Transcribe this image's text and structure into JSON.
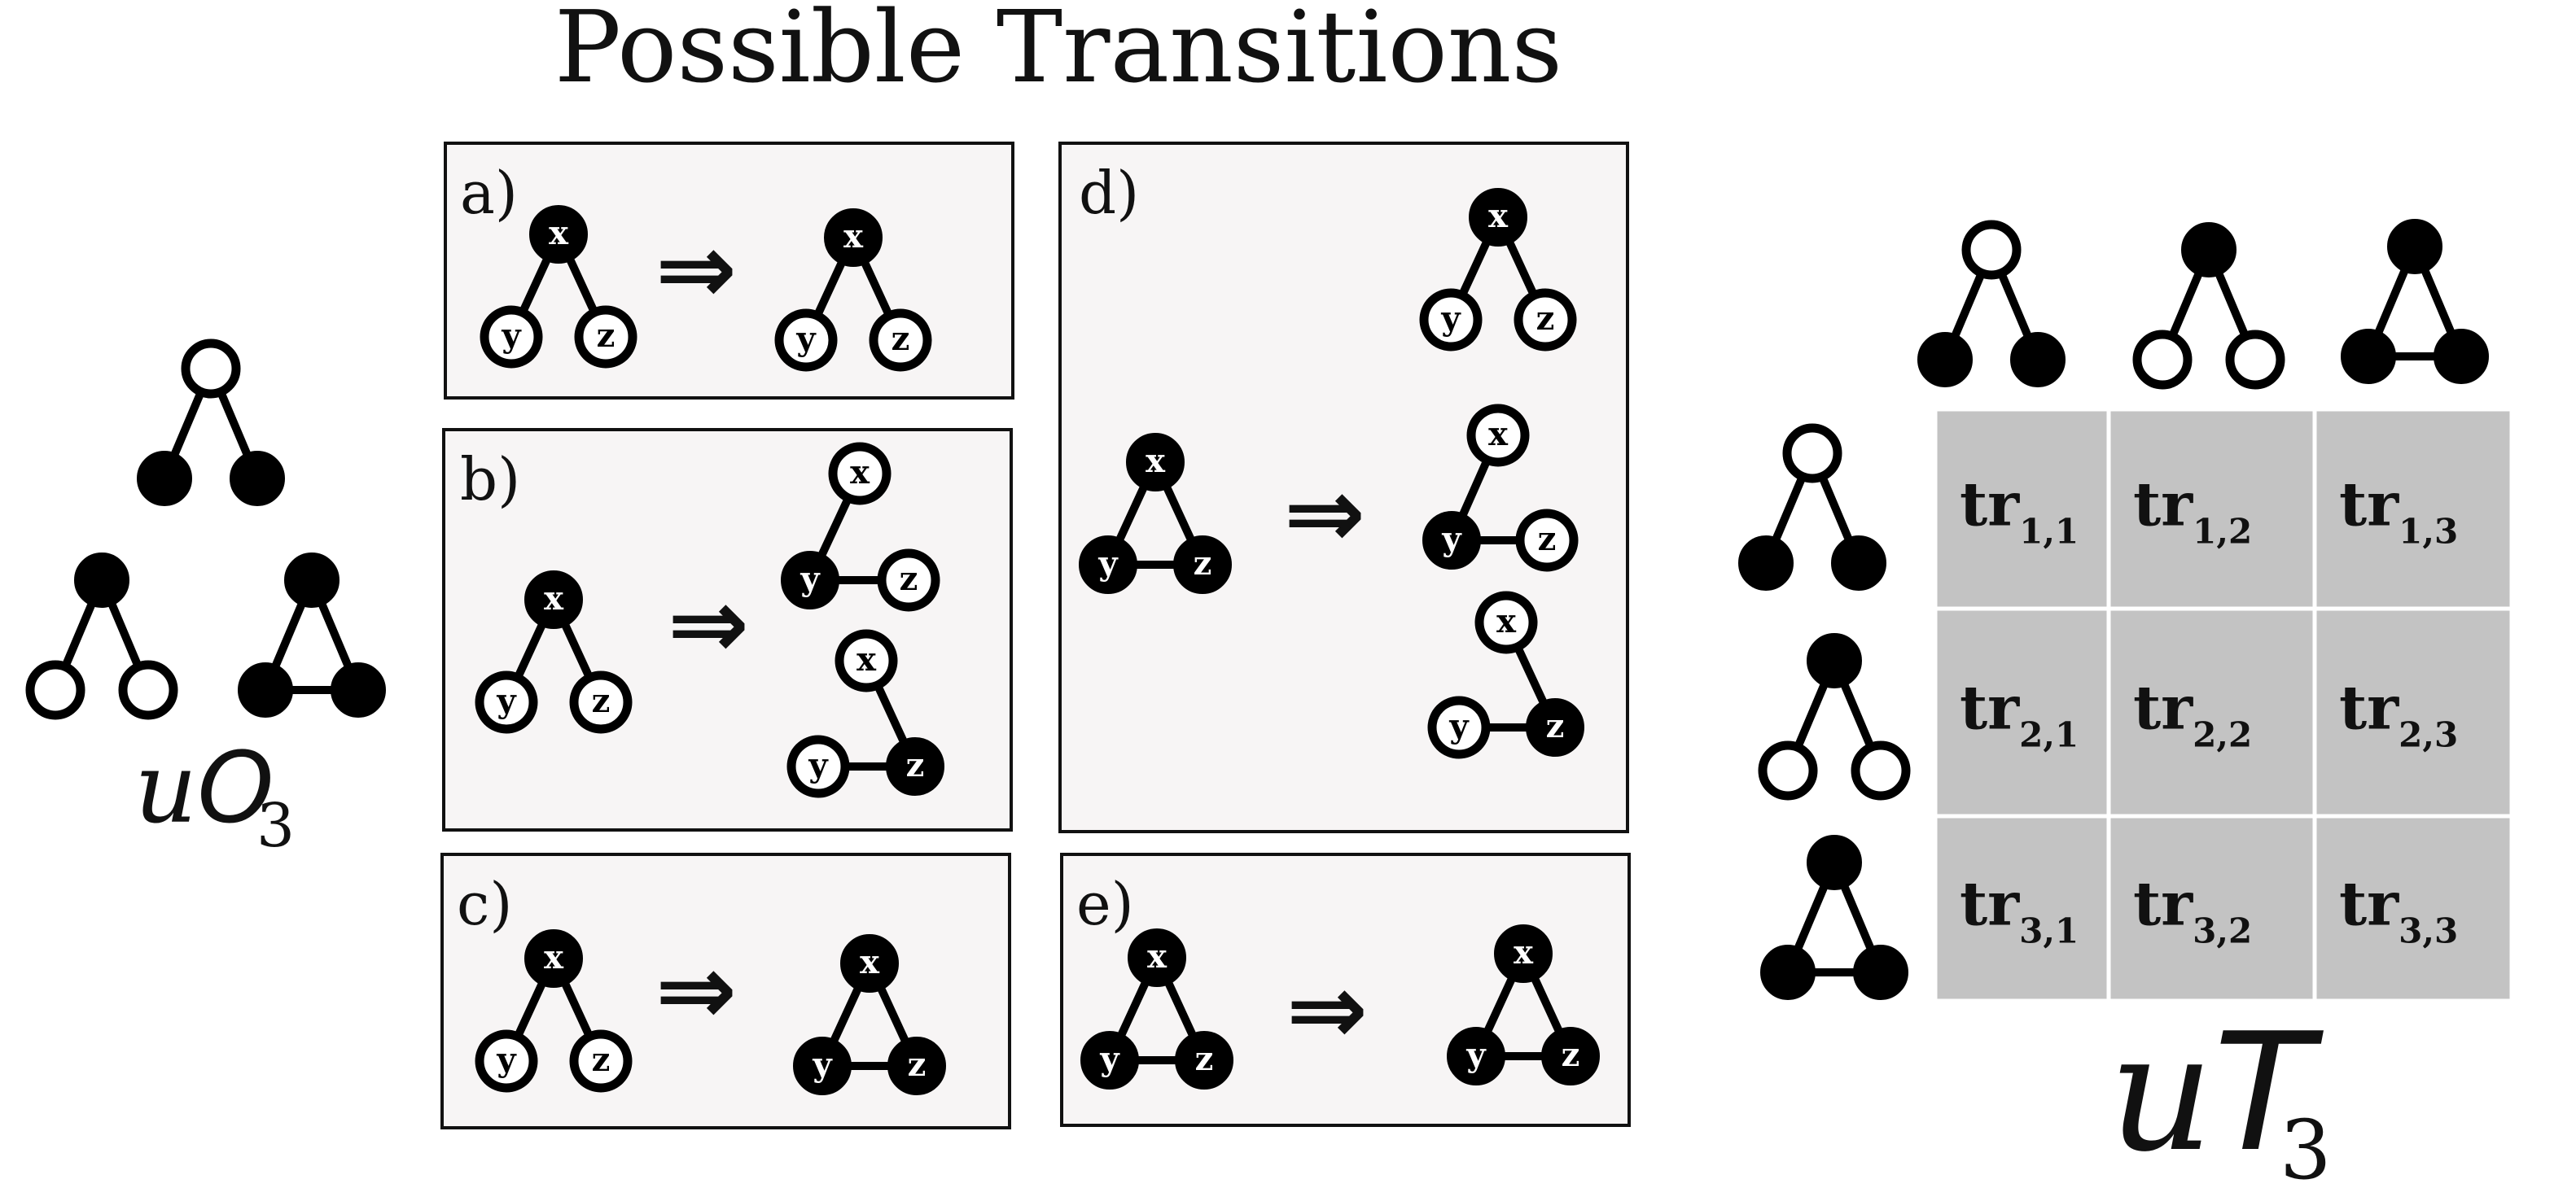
{
  "title": "Possible Transitions",
  "arrow_symbol": "⇒",
  "left_label": {
    "main": "uO",
    "sub": "3"
  },
  "right_label": {
    "main": "uT",
    "sub": "3"
  },
  "node_letters": {
    "x": "x",
    "y": "y",
    "z": "z"
  },
  "panels": [
    {
      "id": "a",
      "label": "a)"
    },
    {
      "id": "b",
      "label": "b)"
    },
    {
      "id": "c",
      "label": "c)"
    },
    {
      "id": "d",
      "label": "d)"
    },
    {
      "id": "e",
      "label": "e)"
    }
  ],
  "orbits": [
    {
      "root": "open",
      "leaves": "filled",
      "edge_yz": false
    },
    {
      "root": "filled",
      "leaves": "open",
      "edge_yz": false
    },
    {
      "root": "filled",
      "leaves": "filled",
      "edge_yz": true
    }
  ],
  "matrix": {
    "cell_prefix": "tr",
    "rows": [
      [
        {
          "sub": "1,1"
        },
        {
          "sub": "1,2"
        },
        {
          "sub": "1,3"
        }
      ],
      [
        {
          "sub": "2,1"
        },
        {
          "sub": "2,2"
        },
        {
          "sub": "2,3"
        }
      ],
      [
        {
          "sub": "3,1"
        },
        {
          "sub": "3,2"
        },
        {
          "sub": "3,3"
        }
      ]
    ],
    "cell_color": "#c3c3c3"
  },
  "colors": {
    "panel_background": "#f7f5f5",
    "ink": "#000000"
  }
}
